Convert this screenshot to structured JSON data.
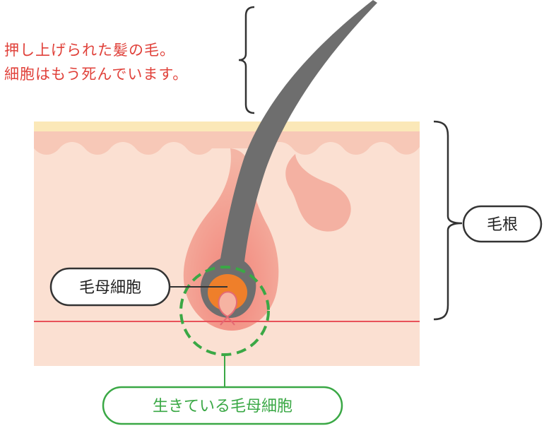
{
  "note": {
    "line1": "押し上げられた髪の毛。",
    "line2": "細胞はもう死んでいます。"
  },
  "labels": {
    "hair_root": "毛根",
    "matrix_cells": "毛母細胞",
    "living_cells": "生きている毛母細胞"
  },
  "colors": {
    "note_text": "#e0413a",
    "hair": "#6e6e6e",
    "hair_bulb_core": "#ef7f2a",
    "papilla": "#f6b3a2",
    "skin_surface": "#fbe8b8",
    "epidermis": "#f7c8b7",
    "dermis": "#fbe0d2",
    "follicle": "#f3aea0",
    "boundary_line": "#e8525a",
    "living_cells_accent": "#3aa845",
    "bracket": "#333333"
  }
}
